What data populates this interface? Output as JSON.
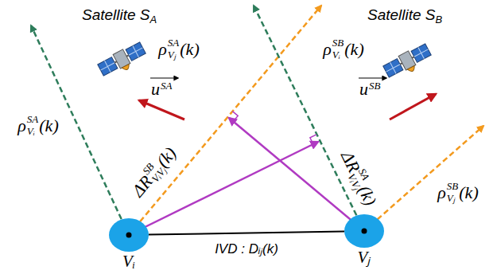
{
  "diagram": {
    "nodes": [
      {
        "text": [
          "Vᵢ"
        ]
      },
      {
        "text": [
          "Vⱼ"
        ]
      }
    ],
    "edges": [
      {
        "from": 0,
        "to": 1,
        "arrow": "none",
        "label": "IVD : Dᵢⱼ(k)"
      }
    ],
    "labels": [
      "Satellite S",
      "A",
      "Satellite S",
      "B",
      "u",
      "SA",
      "u",
      "SB",
      "ρ",
      "SA",
      "Vᵢ",
      "(k)",
      "ρ",
      "SA",
      "Vⱼ",
      "(k)",
      "ρ",
      "SB",
      "Vᵢ",
      "(k)",
      "ρ",
      "SB",
      "Vⱼ",
      "(k)",
      "ΔR",
      "SB",
      "VᵢVⱼ",
      "(k)",
      "ΔR",
      "SA",
      "VᵢVⱼ",
      "(k)"
    ]
  }
}
